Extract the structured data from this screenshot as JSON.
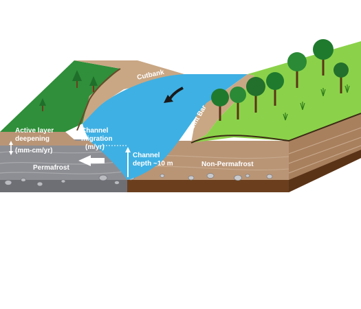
{
  "labels": {
    "cutbank": "Cutbank",
    "point_bar": "Point Bar",
    "active_layer_line1": "Active layer",
    "active_layer_line2": "deepening",
    "active_layer_line3": "(mm-cm/yr)",
    "channel_migration_line1": "Channel",
    "channel_migration_line2": "migration",
    "channel_migration_line3": "(m/yr)",
    "channel_depth_line1": "Channel",
    "channel_depth_line2": "depth ~10 m",
    "permafrost": "Permafrost",
    "non_permafrost": "Non-Permafrost"
  },
  "colors": {
    "water": "#3fb0e3",
    "tundra_grass": "#2f8f3a",
    "forest_grass": "#8bd24a",
    "sediment": "#b99576",
    "permafrost_gray": "#8d8e93",
    "soil_dark": "#6b3f1d",
    "arrow": "#ffffff"
  }
}
